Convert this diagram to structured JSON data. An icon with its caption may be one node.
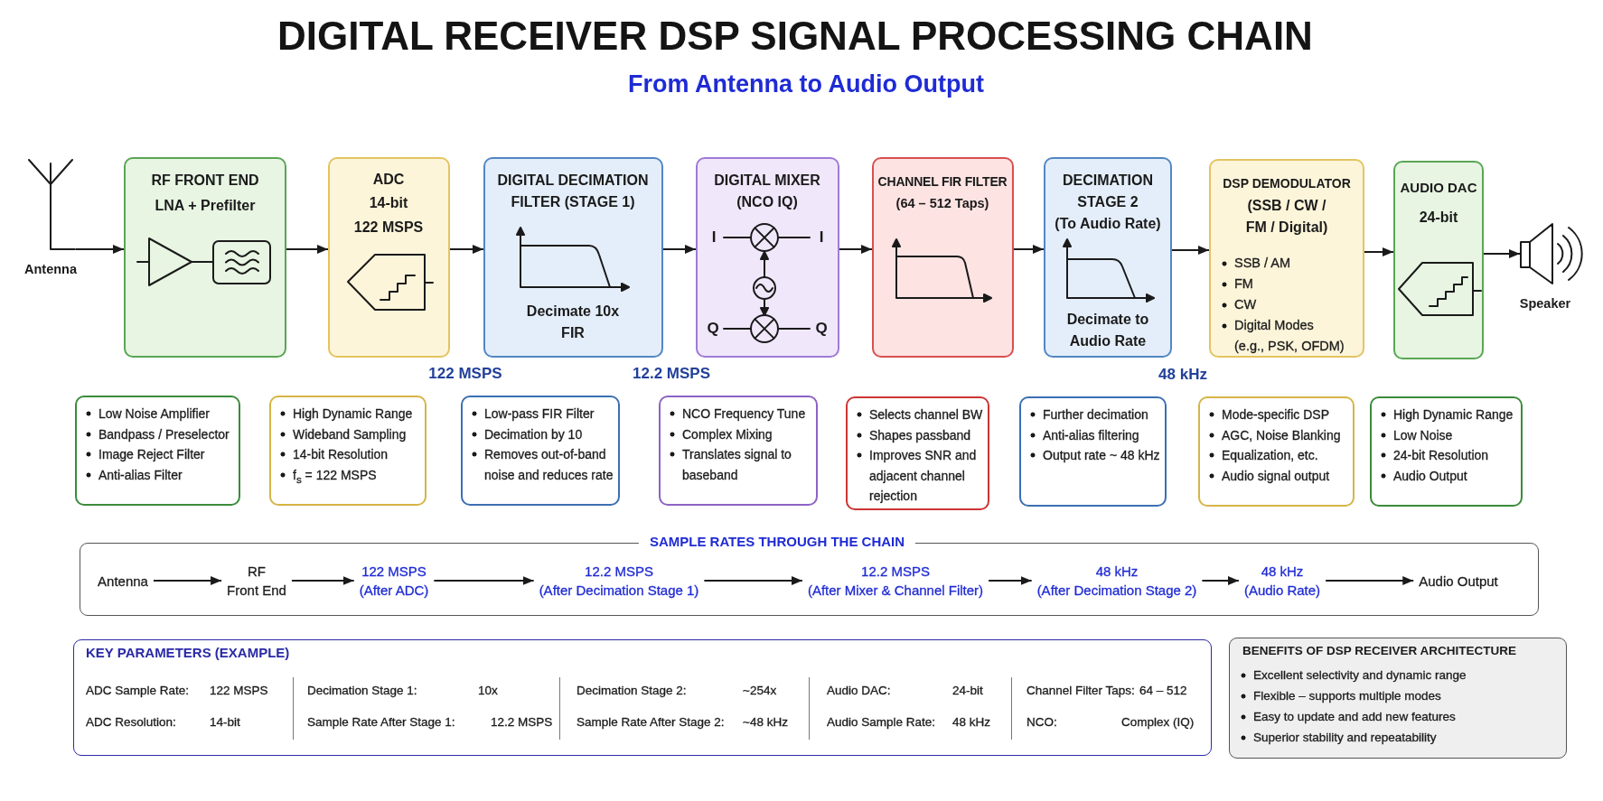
{
  "diagram": {
    "title": "DIGITAL RECEIVER DSP SIGNAL PROCESSING CHAIN",
    "nodes": [
      {
        "text": [],
        "shape": "picture",
        "beside": [
          "Antenna"
        ]
      },
      {
        "text": [
          "RF FRONT END",
          "LNA + Prefilter"
        ]
      },
      {
        "text": [
          "ADC",
          "14-bit",
          "122 MSPS"
        ]
      },
      {
        "text": [
          "DIGITAL DECIMATION FILTER (STAGE 1)",
          "Decimate 10x FIR"
        ]
      },
      {
        "text": [
          "DIGITAL MIXER",
          "(NCO IQ)",
          "I",
          "I",
          "Q",
          "Q"
        ]
      },
      {
        "text": [
          "CHANNEL FIR FILTER",
          "(64 – 512 Taps)"
        ]
      },
      {
        "text": [
          "DECIMATION STAGE 2",
          "(To Audio Rate)",
          "Decimate to Audio Rate"
        ]
      },
      {
        "text": [
          "DSP DEMODULATOR",
          "(SSB / CW / FM / Digital)",
          "SSB / AM",
          "FM",
          "CW",
          "Digital Modes (e.g., PSK, OFDM)"
        ]
      },
      {
        "text": [
          "AUDIO DAC",
          "24-bit"
        ]
      },
      {
        "text": [],
        "shape": "picture",
        "beside": [
          "Speaker"
        ]
      },
      {
        "text": [
          "Low Noise Amplifier",
          "Bandpass / Preselector",
          "Image Reject Filter",
          "Anti-alias Filter"
        ]
      },
      {
        "text": [
          "High Dynamic Range",
          "Wideband Sampling",
          "14-bit Resolution",
          "f$_{s}$ = 122 MSPS"
        ]
      },
      {
        "text": [
          "Low-pass FIR Filter",
          "Decimation by 10",
          "Removes out-of-band noise and reduces rate"
        ]
      },
      {
        "text": [
          "NCO Frequency Tune",
          "Complex Mixing",
          "Translates signal to baseband"
        ]
      },
      {
        "text": [
          "Selects channel BW",
          "Shapes passband",
          "Improves SNR and adjacent channel rejection"
        ]
      },
      {
        "text": [
          "Further decimation",
          "Anti-alias filtering",
          "Output rate ~ 48 kHz"
        ]
      },
      {
        "text": [
          "Mode-specific DSP",
          "AGC, Noise Blanking",
          "Equalization, etc.",
          "Audio signal output"
        ]
      },
      {
        "text": [
          "High Dynamic Range",
          "Low Noise",
          "24-bit Resolution",
          "Audio Output"
        ]
      },
      {
        "text": [
          "SAMPLE RATES THROUGH THE CHAIN"
        ]
      },
      {
        "text": [
          "Antenna"
        ],
        "in": 18
      },
      {
        "text": [
          "RF",
          "Front End"
        ],
        "in": 18
      },
      {
        "text": [
          "122 MSPS",
          "(After ADC)"
        ],
        "in": 18
      },
      {
        "text": [
          "12.2 MSPS",
          "(After Decimation Stage 1)"
        ],
        "in": 18
      },
      {
        "text": [
          "12.2 MSPS",
          "(After Mixer & Channel Filter)"
        ],
        "in": 18
      },
      {
        "text": [
          "48 kHz",
          "(After Decimation Stage 2)"
        ],
        "in": 18
      },
      {
        "text": [
          "48 kHz",
          "(Audio Rate)"
        ],
        "in": 18
      },
      {
        "text": [
          "Audio Output"
        ],
        "in": 18
      },
      {
        "text": [
          "KEY PARAMETERS (EXAMPLE)",
          "ADC Sample Rate:",
          "122 MSPS",
          "Decimation Stage 1:",
          "10x",
          "Decimation Stage 2:",
          "~254x",
          "Audio DAC:",
          "24-bit",
          "Channel Filter Taps:",
          "64 – 512",
          "ADC Resolution:",
          "14-bit",
          "Sample Rate After Stage 1:",
          "12.2 MSPS",
          "Sample Rate After Stage 2:",
          "~48 kHz",
          "Audio Sample Rate:",
          "48 kHz",
          "NCO:",
          "Complex (IQ)"
        ]
      },
      {
        "text": [
          "BENEFITS OF DSP RECEIVER ARCHITECTURE",
          "Excellent selectivity and dynamic range",
          "Flexible – supports multiple modes",
          "Easy to update and add new features",
          "Superior stability and repeatability"
        ]
      }
    ],
    "edges": [
      {
        "from": 0,
        "to": 1,
        "arrow": "to"
      },
      {
        "from": 1,
        "to": 2,
        "arrow": "to"
      },
      {
        "from": 2,
        "to": 3,
        "arrow": "to"
      },
      {
        "from": 3,
        "to": 4,
        "arrow": "to"
      },
      {
        "from": 4,
        "to": 5,
        "arrow": "to"
      },
      {
        "from": 5,
        "to": 6,
        "arrow": "to"
      },
      {
        "from": 6,
        "to": 7,
        "arrow": "to"
      },
      {
        "from": 7,
        "to": 8,
        "arrow": "to"
      },
      {
        "from": 8,
        "to": 9,
        "arrow": "to"
      },
      {
        "from": 19,
        "to": 20,
        "arrow": "to"
      },
      {
        "from": 20,
        "to": 21,
        "arrow": "to"
      },
      {
        "from": 21,
        "to": 22,
        "arrow": "to"
      },
      {
        "from": 22,
        "to": 23,
        "arrow": "to"
      },
      {
        "from": 23,
        "to": 24,
        "arrow": "to"
      },
      {
        "from": 24,
        "to": 25,
        "arrow": "to"
      },
      {
        "from": 25,
        "to": 26,
        "arrow": "to"
      }
    ],
    "labels": [
      "From Antenna to Audio Output",
      "122 MSPS",
      "12.2 MSPS",
      "48 kHz"
    ]
  }
}
